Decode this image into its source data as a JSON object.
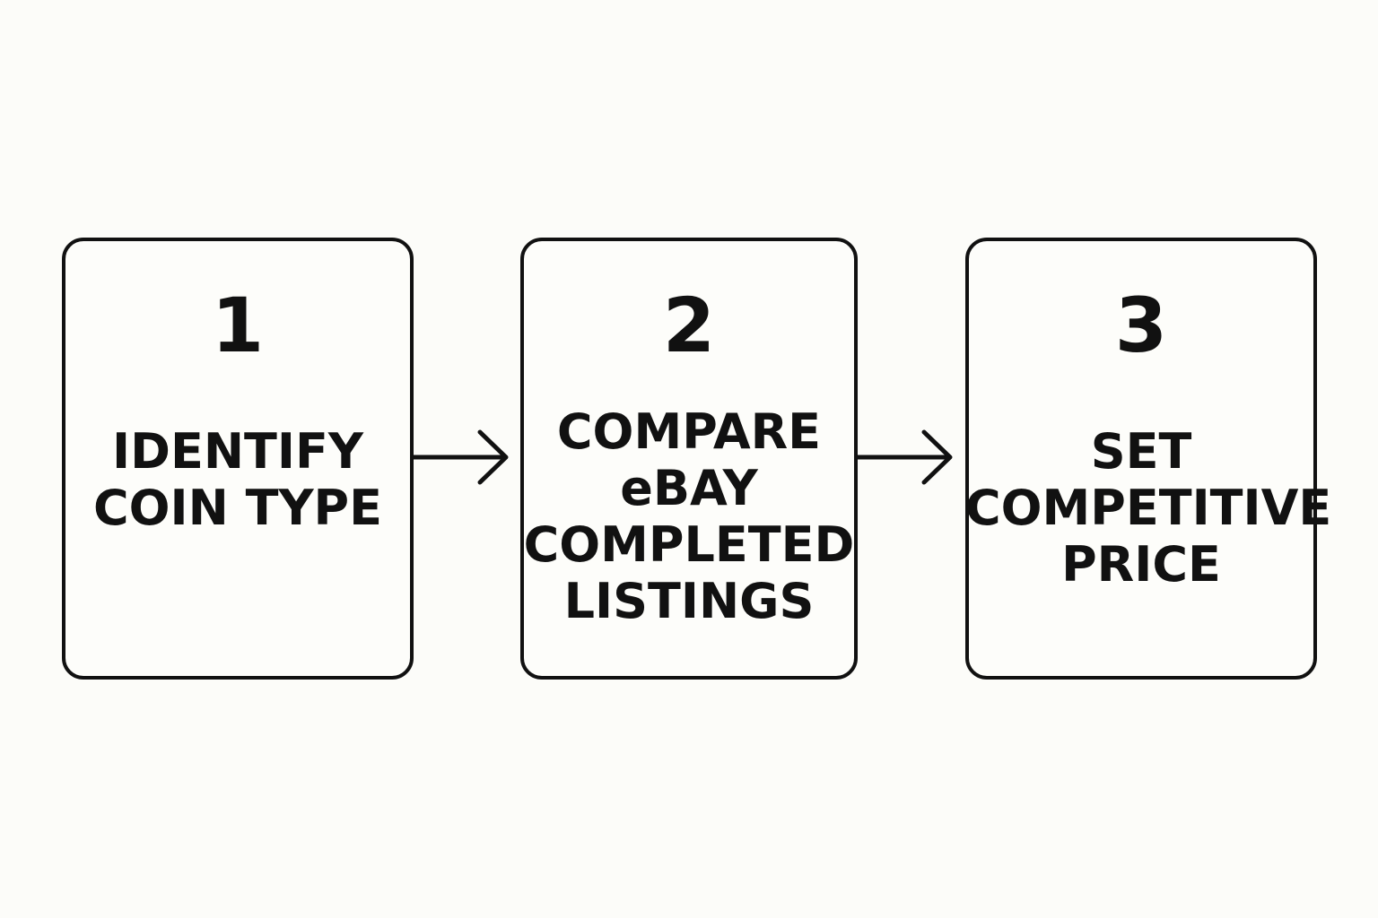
{
  "steps": [
    {
      "number": "1",
      "label_lines": [
        "IDENTIFY",
        "COIN TYPE"
      ]
    },
    {
      "number": "2",
      "label_lines": [
        "COMPARE",
        "eBAY",
        "COMPLETED",
        "LISTINGS"
      ]
    },
    {
      "number": "3",
      "label_lines": [
        "SET",
        "COMPETITIVE",
        "PRICE"
      ]
    }
  ],
  "colors": {
    "background": "#fcfcf9",
    "stroke": "#111111"
  }
}
